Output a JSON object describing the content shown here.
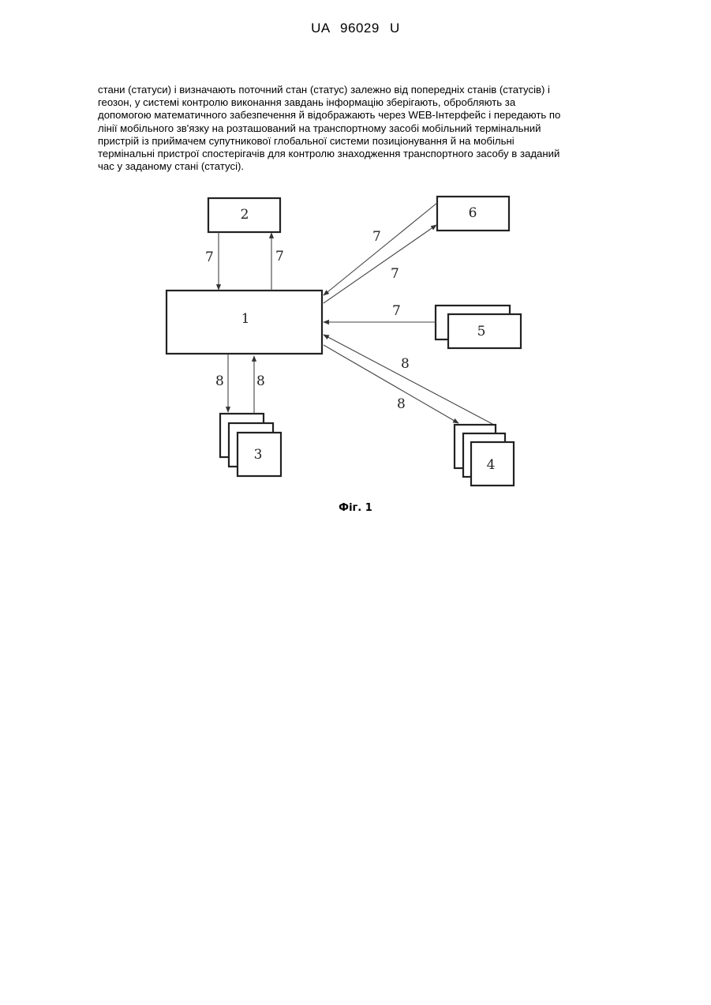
{
  "header": {
    "doc_number": "UA  96029  U"
  },
  "paragraph": {
    "lines": [
      "стани (статуси) і визначають поточний стан (статус) залежно від попередніх станів (статусів) і",
      "геозон, у системі контролю виконання завдань інформацію зберігають, обробляють за",
      "допомогою математичного забезпечення й відображають через WEB-Інтерфейс і передають по",
      "лінії мобільного зв'язку на розташований на транспортному засобі мобільний термінальний",
      "пристрій із приймачем супутникової глобальної системи позиціонування й на мобільні",
      "термінальні пристрої спостерігачів для контролю знаходження транспортного засобу в заданий",
      "час у заданому стані (статусі)."
    ]
  },
  "figure": {
    "boxes": {
      "b1": "1",
      "b2": "2",
      "b3": "3",
      "b4": "4",
      "b5": "5",
      "b6": "6"
    },
    "links": {
      "l2_down": "7",
      "l2_up": "7",
      "l6_upper": "7",
      "l6_lower": "7",
      "l5": "7",
      "l4_upper": "8",
      "l4_lower": "8",
      "l3_down": "8",
      "l3_up": "8"
    },
    "caption": "Фіг. 1"
  }
}
